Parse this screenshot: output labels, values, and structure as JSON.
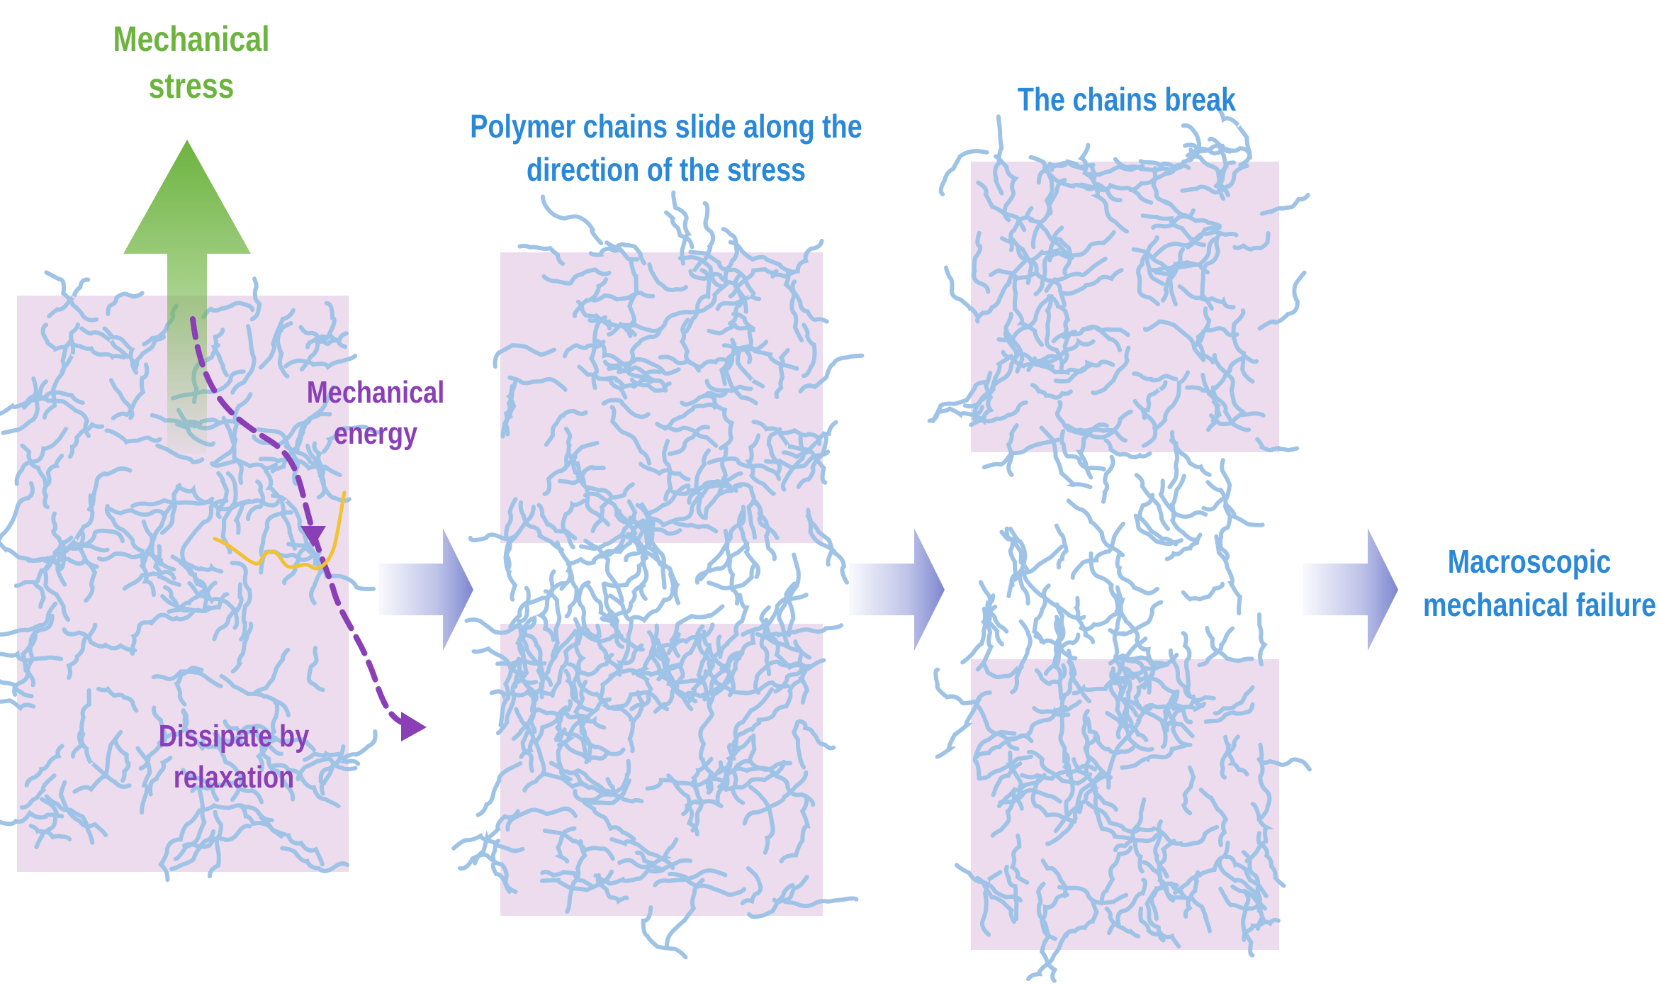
{
  "diagram": {
    "stress_label": [
      "Mechanical",
      "stress"
    ],
    "energy_label": [
      "Mechanical",
      "energy"
    ],
    "dissipate_label": [
      "Dissipate by",
      "relaxation"
    ],
    "slide_label": [
      "Polymer chains slide along the",
      "direction of the stress"
    ],
    "break_label": [
      "The chains break"
    ],
    "failure_label": [
      "Macroscopic",
      "mechanical failure"
    ]
  },
  "colors": {
    "block_fill": "#ecdcee",
    "chain": "#9fc3e6",
    "stress_arrow": "#6db33f",
    "energy_path": "#8a3fb6",
    "strain_curve": "#f2c230",
    "process_arrow": "#8c95d6",
    "text_blue": "#2a88d8",
    "text_green": "#6db33f",
    "text_purple": "#8a3fb6"
  },
  "icons": {
    "stress_arrow": "up-arrow-icon",
    "process_arrow": "right-arrow-icon"
  }
}
